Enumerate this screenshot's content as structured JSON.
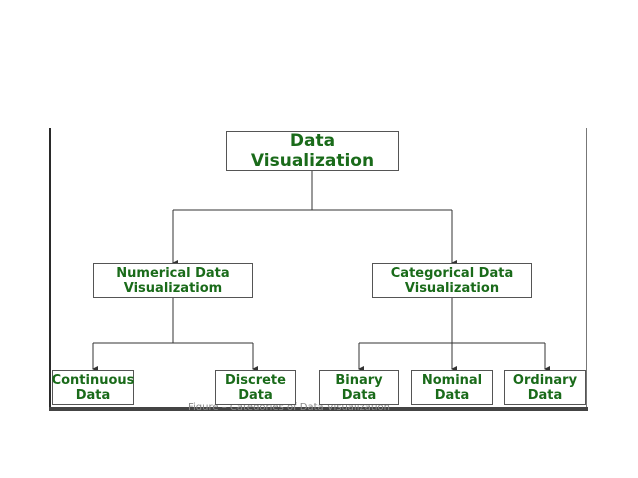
{
  "diagram": {
    "root": "Data Visualization",
    "numerical": "Numerical Data\nVisualizatiom",
    "categorical": "Categorical Data\nVisualization",
    "continuous": "Continuous\nData",
    "discrete": "Discrete\nData",
    "binary": "Binary\nData",
    "nominal": "Nominal\nData",
    "ordinary": "Ordinary\nData",
    "caption": "Figure – Categories of Data Visualization"
  },
  "colors": {
    "node_text": "#1a6b1a",
    "node_border": "#555555",
    "connector": "#333333"
  }
}
